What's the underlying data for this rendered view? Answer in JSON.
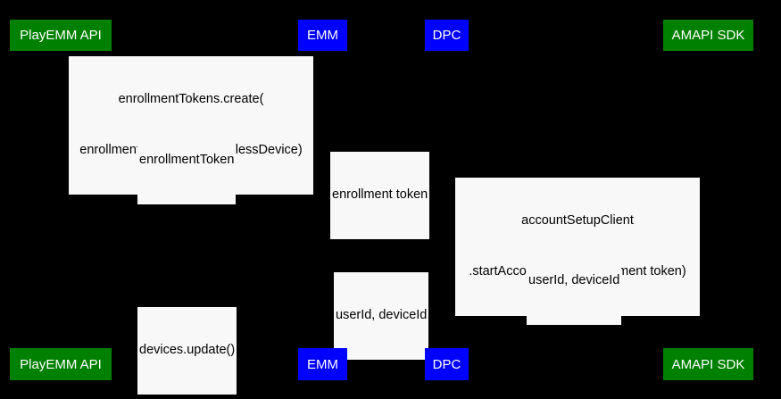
{
  "diagram": {
    "type": "uml-sequence-diagram",
    "background_color": "#000000",
    "label_background_color": "#f8f8f8",
    "label_text_color": "#000000",
    "participant_text_color": "#ffffff",
    "colors": {
      "green": "#008000",
      "blue": "#0000ff"
    },
    "participants": [
      {
        "id": "playemm-api",
        "label": "PlayEMM API",
        "color": "#008000",
        "color_name": "green"
      },
      {
        "id": "emm",
        "label": "EMM",
        "color": "#0000ff",
        "color_name": "blue"
      },
      {
        "id": "dpc",
        "label": "DPC",
        "color": "#0000ff",
        "color_name": "blue"
      },
      {
        "id": "amapi-sdk",
        "label": "AMAPI SDK",
        "color": "#008000",
        "color_name": "green"
      }
    ],
    "messages": [
      {
        "id": "msg-1",
        "from": "emm",
        "to": "playemm-api",
        "lines": [
          "enrollmentTokens.create(",
          "enrollmentTokenType=userlessDevice)"
        ],
        "text": "enrollmentTokens.create(\nenrollmentTokenType=userlessDevice)"
      },
      {
        "id": "msg-2",
        "from": "playemm-api",
        "to": "emm",
        "lines": [
          "enrollmentToken"
        ],
        "text": "enrollmentToken"
      },
      {
        "id": "msg-3",
        "from": "emm",
        "to": "dpc",
        "lines": [
          "enrollment token"
        ],
        "text": "enrollment token"
      },
      {
        "id": "msg-4",
        "from": "dpc",
        "to": "amapi-sdk",
        "lines": [
          "accountSetupClient",
          ".startAccountSetup(entrollment token)"
        ],
        "text": "accountSetupClient\n.startAccountSetup(entrollment token)"
      },
      {
        "id": "msg-5",
        "from": "amapi-sdk",
        "to": "dpc",
        "lines": [
          "userId, deviceId"
        ],
        "text": "userId, deviceId"
      },
      {
        "id": "msg-6",
        "from": "dpc",
        "to": "emm",
        "lines": [
          "userId, deviceId"
        ],
        "text": "userId, deviceId"
      },
      {
        "id": "msg-7",
        "from": "emm",
        "to": "playemm-api",
        "lines": [
          "devices.update()"
        ],
        "text": "devices.update()"
      }
    ]
  }
}
